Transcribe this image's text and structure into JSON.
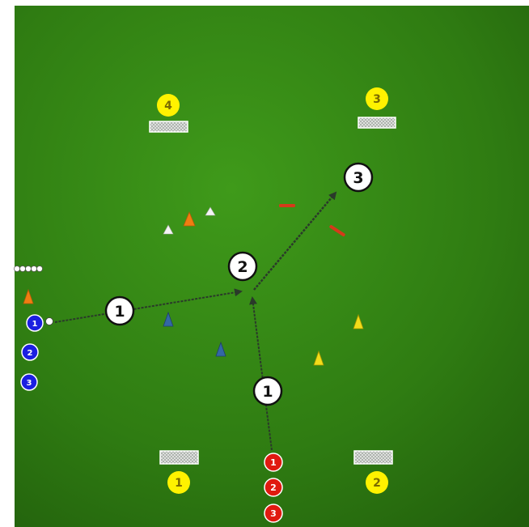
{
  "pitch": {
    "grass_light": "#3f9a1a",
    "grass_dark": "#215e0c"
  },
  "goals": [
    {
      "id": "goal-1",
      "label": "1"
    },
    {
      "id": "goal-2",
      "label": "2"
    },
    {
      "id": "goal-3",
      "label": "3"
    },
    {
      "id": "goal-4",
      "label": "4"
    }
  ],
  "steps": [
    {
      "id": "step-1-left",
      "label": "1"
    },
    {
      "id": "step-1-bottom",
      "label": "1"
    },
    {
      "id": "step-2",
      "label": "2"
    },
    {
      "id": "step-3",
      "label": "3"
    }
  ],
  "players": {
    "blue_team_color": "#1b1fe0",
    "red_team_color": "#e01a10",
    "blue": [
      "1",
      "2",
      "3"
    ],
    "red": [
      "1",
      "2",
      "3"
    ]
  },
  "cones": {
    "orange": "#f07d12",
    "white": "#f4f4f4",
    "blue": "#3367a6",
    "yellow": "#f2dc1a",
    "red_marker": "#d53a1a"
  },
  "number_badge_color": "#fff200"
}
